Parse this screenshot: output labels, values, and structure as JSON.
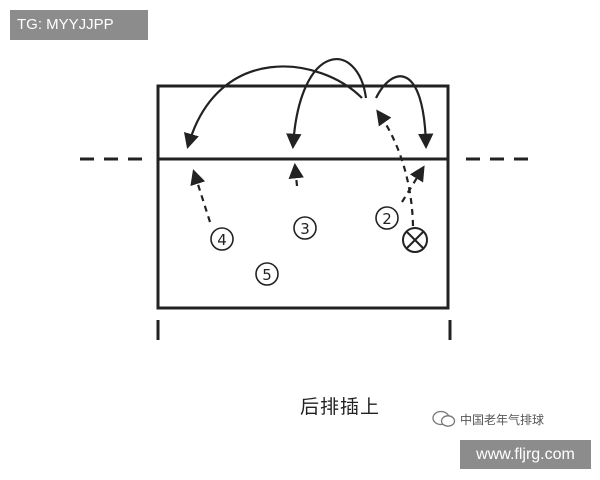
{
  "watermark_top": "TG: MYYJJPP",
  "watermark_bottom": "www.fljrg.com",
  "caption": "后排插上",
  "account_mark": "中国老年气排球",
  "players": [
    {
      "id": "p4",
      "label": "4"
    },
    {
      "id": "p3",
      "label": "3"
    },
    {
      "id": "p2",
      "label": "2"
    },
    {
      "id": "p5",
      "label": "5"
    }
  ],
  "colors": {
    "line": "#222222",
    "tag_bg": "#8c8c8c",
    "tag_text": "#ffffff"
  }
}
